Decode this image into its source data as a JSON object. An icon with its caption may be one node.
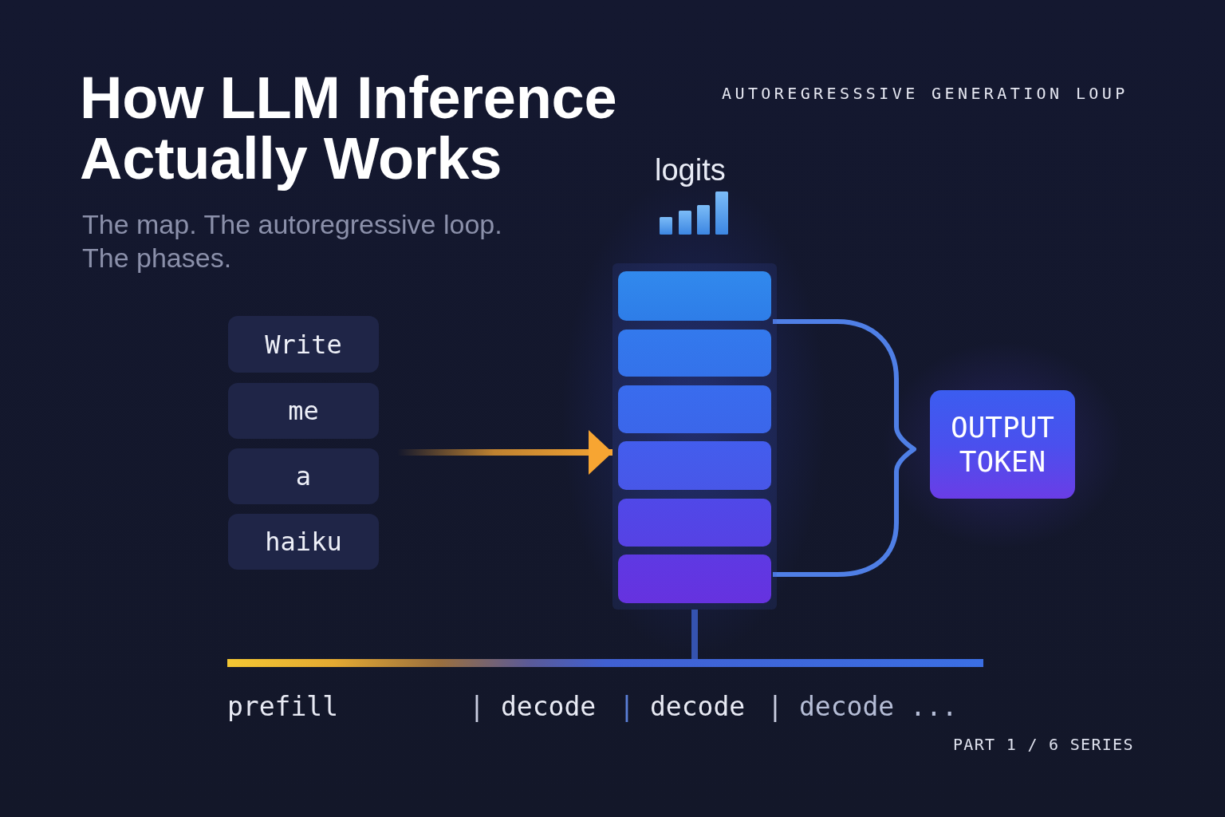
{
  "diagram": {
    "title": "How LLM Inference Actually Works",
    "nodes": [
      {
        "text": [
          "Write"
        ]
      },
      {
        "text": [
          "me"
        ]
      },
      {
        "text": [
          "a"
        ]
      },
      {
        "text": [
          "haiku"
        ]
      },
      {
        "text": [],
        "shape": "box"
      },
      {
        "text": [],
        "shape": "box",
        "in": 4
      },
      {
        "text": [],
        "shape": "box",
        "in": 4
      },
      {
        "text": [],
        "shape": "box",
        "in": 4
      },
      {
        "text": [],
        "shape": "box",
        "in": 4
      },
      {
        "text": [],
        "shape": "box",
        "in": 4
      },
      {
        "text": [],
        "shape": "box",
        "in": 4
      },
      {
        "text": [
          "OUTPUT TOKEN"
        ]
      },
      {
        "text": [],
        "shape": "bar"
      }
    ],
    "edges": [
      {
        "from": null,
        "to": 4,
        "arrow": "to",
        "color": "#f7a532"
      },
      {
        "from": 4,
        "to": 12,
        "arrow": "none"
      }
    ],
    "labels": [
      "AUTOREGRESSSIVE GENERATION LOUP",
      "The map. The autoregressive loop. The phases.",
      "logits",
      "prefill",
      "|",
      "decode",
      "|",
      "decode",
      "|",
      "decode ...",
      "PART 1 / 6 SERIES"
    ]
  }
}
